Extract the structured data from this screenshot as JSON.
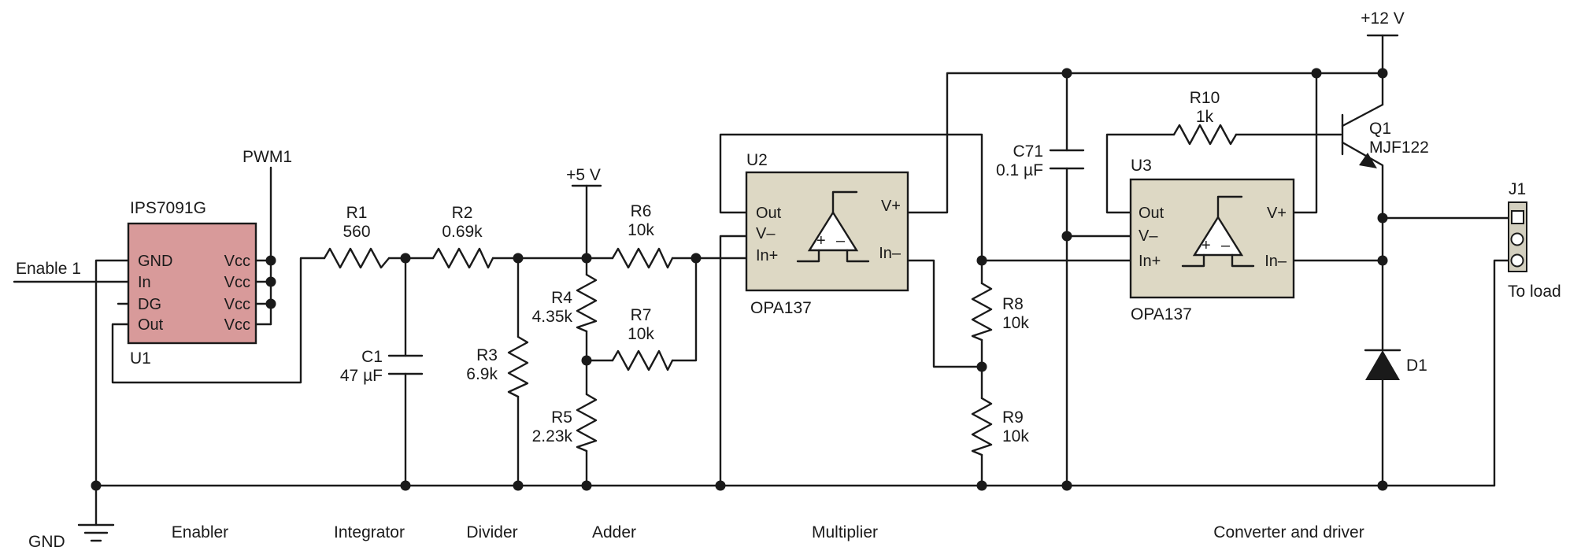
{
  "colors": {
    "u1_fill": "#d89a9a",
    "opamp_fill": "#ddd8c4",
    "wire": "#1a1a1a"
  },
  "u1": {
    "ref": "U1",
    "part": "IPS7091G",
    "pins_left": [
      "GND",
      "In",
      "DG",
      "Out"
    ],
    "pins_right": [
      "Vcc",
      "Vcc",
      "Vcc",
      "Vcc"
    ]
  },
  "labels": {
    "pwm1": "PWM1",
    "enable1": "Enable 1",
    "gnd": "GND",
    "plus5v": "+5 V",
    "plus12v": "+12 V",
    "to_load": "To load",
    "j1": "J1"
  },
  "resistors": {
    "r1": {
      "ref": "R1",
      "value": "560"
    },
    "r2": {
      "ref": "R2",
      "value": "0.69k"
    },
    "r3": {
      "ref": "R3",
      "value": "6.9k"
    },
    "r4": {
      "ref": "R4",
      "value": "4.35k"
    },
    "r5": {
      "ref": "R5",
      "value": "2.23k"
    },
    "r6": {
      "ref": "R6",
      "value": "10k"
    },
    "r7": {
      "ref": "R7",
      "value": "10k"
    },
    "r8": {
      "ref": "R8",
      "value": "10k"
    },
    "r9": {
      "ref": "R9",
      "value": "10k"
    },
    "r10": {
      "ref": "R10",
      "value": "1k"
    }
  },
  "capacitors": {
    "c1": {
      "ref": "C1",
      "value": "47 µF"
    },
    "c71": {
      "ref": "C71",
      "value": "0.1 µF"
    }
  },
  "u2": {
    "ref": "U2",
    "part": "OPA137",
    "pins": {
      "out": "Out",
      "vminus": "V–",
      "inplus": "In+",
      "vplus": "V+",
      "inminus": "In–"
    },
    "sign_plus": "+",
    "sign_minus": "–"
  },
  "u3": {
    "ref": "U3",
    "part": "OPA137",
    "pins": {
      "out": "Out",
      "vminus": "V–",
      "inplus": "In+",
      "vplus": "V+",
      "inminus": "In–"
    },
    "sign_plus": "+",
    "sign_minus": "–"
  },
  "q1": {
    "ref": "Q1",
    "part": "MJF122"
  },
  "d1": {
    "ref": "D1"
  },
  "sections": [
    "Enabler",
    "Integrator",
    "Divider",
    "Adder",
    "Multiplier",
    "Converter and driver"
  ]
}
